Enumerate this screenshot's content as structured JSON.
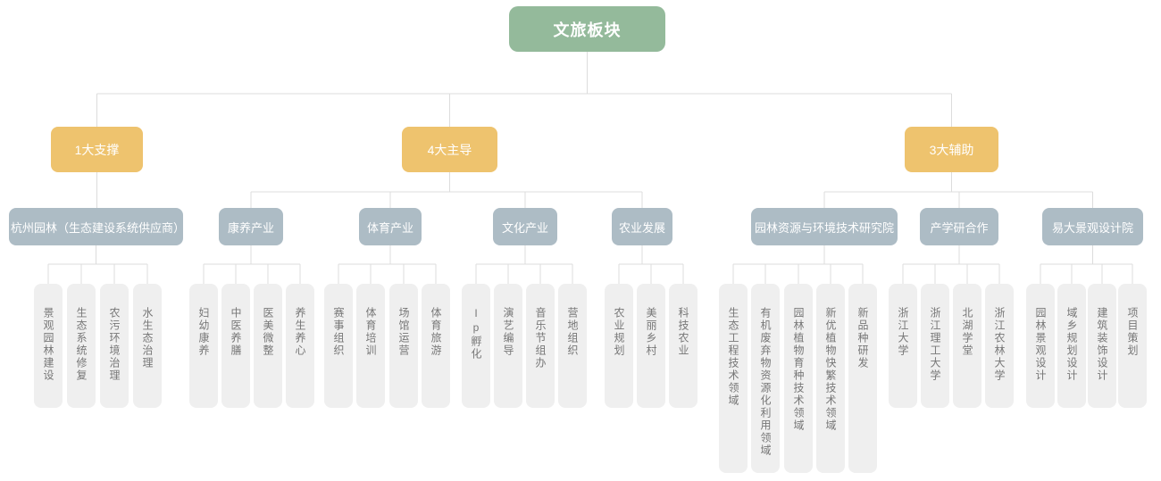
{
  "colors": {
    "root_bg": "#94ba9b",
    "branch_bg": "#eec36e",
    "category_bg": "#adbcc5",
    "leaf_bg": "#efefef",
    "leaf_text": "#777777",
    "connector_line": "#dcdcdc",
    "node_text": "#ffffff"
  },
  "tree": {
    "root": {
      "label": "文旅板块"
    },
    "branches": [
      {
        "label": "1大支撑",
        "categories": [
          {
            "label": "杭州园林（生态建设系统供应商）",
            "leaves": [
              "景观园林建设",
              "生态系统修复",
              "农污环境治理",
              "水生态治理"
            ]
          }
        ]
      },
      {
        "label": "4大主导",
        "categories": [
          {
            "label": "康养产业",
            "leaves": [
              "妇幼康养",
              "中医养膳",
              "医美微整",
              "养生养心"
            ]
          },
          {
            "label": "体育产业",
            "leaves": [
              "赛事组织",
              "体育培训",
              "场馆运营",
              "体育旅游"
            ]
          },
          {
            "label": "文化产业",
            "leaves": [
              "Ip孵化",
              "演艺编导",
              "音乐节组办",
              "营地组织"
            ]
          },
          {
            "label": "农业发展",
            "leaves": [
              "农业规划",
              "美丽乡村",
              "科技农业"
            ]
          }
        ]
      },
      {
        "label": "3大辅助",
        "categories": [
          {
            "label": "园林资源与环境技术研究院",
            "leaves": [
              "生态工程技术领域",
              "有机废弃物资源化利用领域",
              "园林植物育种技术领域",
              "新优植物快繁技术领域",
              "新品种研发"
            ]
          },
          {
            "label": "产学研合作",
            "leaves": [
              "浙江大学",
              "浙江理工大学",
              "北湖学堂",
              "浙江农林大学"
            ]
          },
          {
            "label": "易大景观设计院",
            "leaves": [
              "园林景观设计",
              "域乡规划设计",
              "建筑装饰设计",
              "项目策划"
            ]
          }
        ]
      }
    ]
  }
}
